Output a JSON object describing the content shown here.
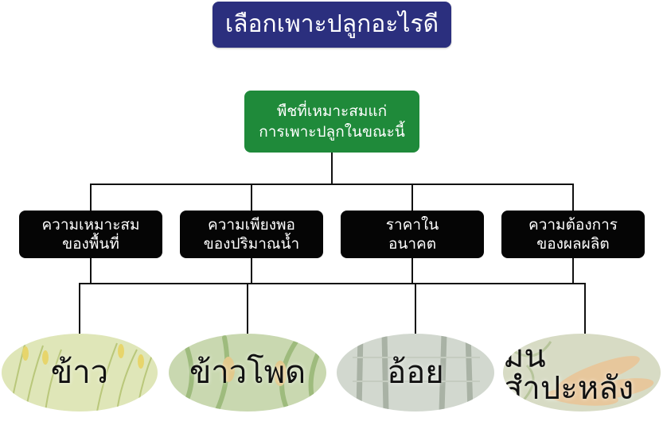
{
  "title": "เลือกเพาะปลูกอะไรดี",
  "root": {
    "line1": "พืชที่เหมาะสมแก่",
    "line2": "การเพาะปลูกในขณะนี้"
  },
  "criteria": [
    {
      "line1": "ความเหมาะสม",
      "line2": "ของพื้นที่"
    },
    {
      "line1": "ความเพียงพอ",
      "line2": "ของปริมาณน้ำ"
    },
    {
      "line1": "ราคาใน",
      "line2": "อนาคต"
    },
    {
      "line1": "ความต้องการ",
      "line2": "ของผลผลิต"
    }
  ],
  "crops": [
    {
      "label": "ข้าว",
      "image": "rice-field-icon"
    },
    {
      "label": "ข้าวโพด",
      "image": "corn-field-icon"
    },
    {
      "label": "อ้อย",
      "image": "sugarcane-icon"
    },
    {
      "label": "มันสำปะหลัง",
      "image": "cassava-icon"
    }
  ],
  "colors": {
    "title_bg": "#2b2f7e",
    "root_bg": "#1f8a3a",
    "criteria_bg": "#050505"
  }
}
